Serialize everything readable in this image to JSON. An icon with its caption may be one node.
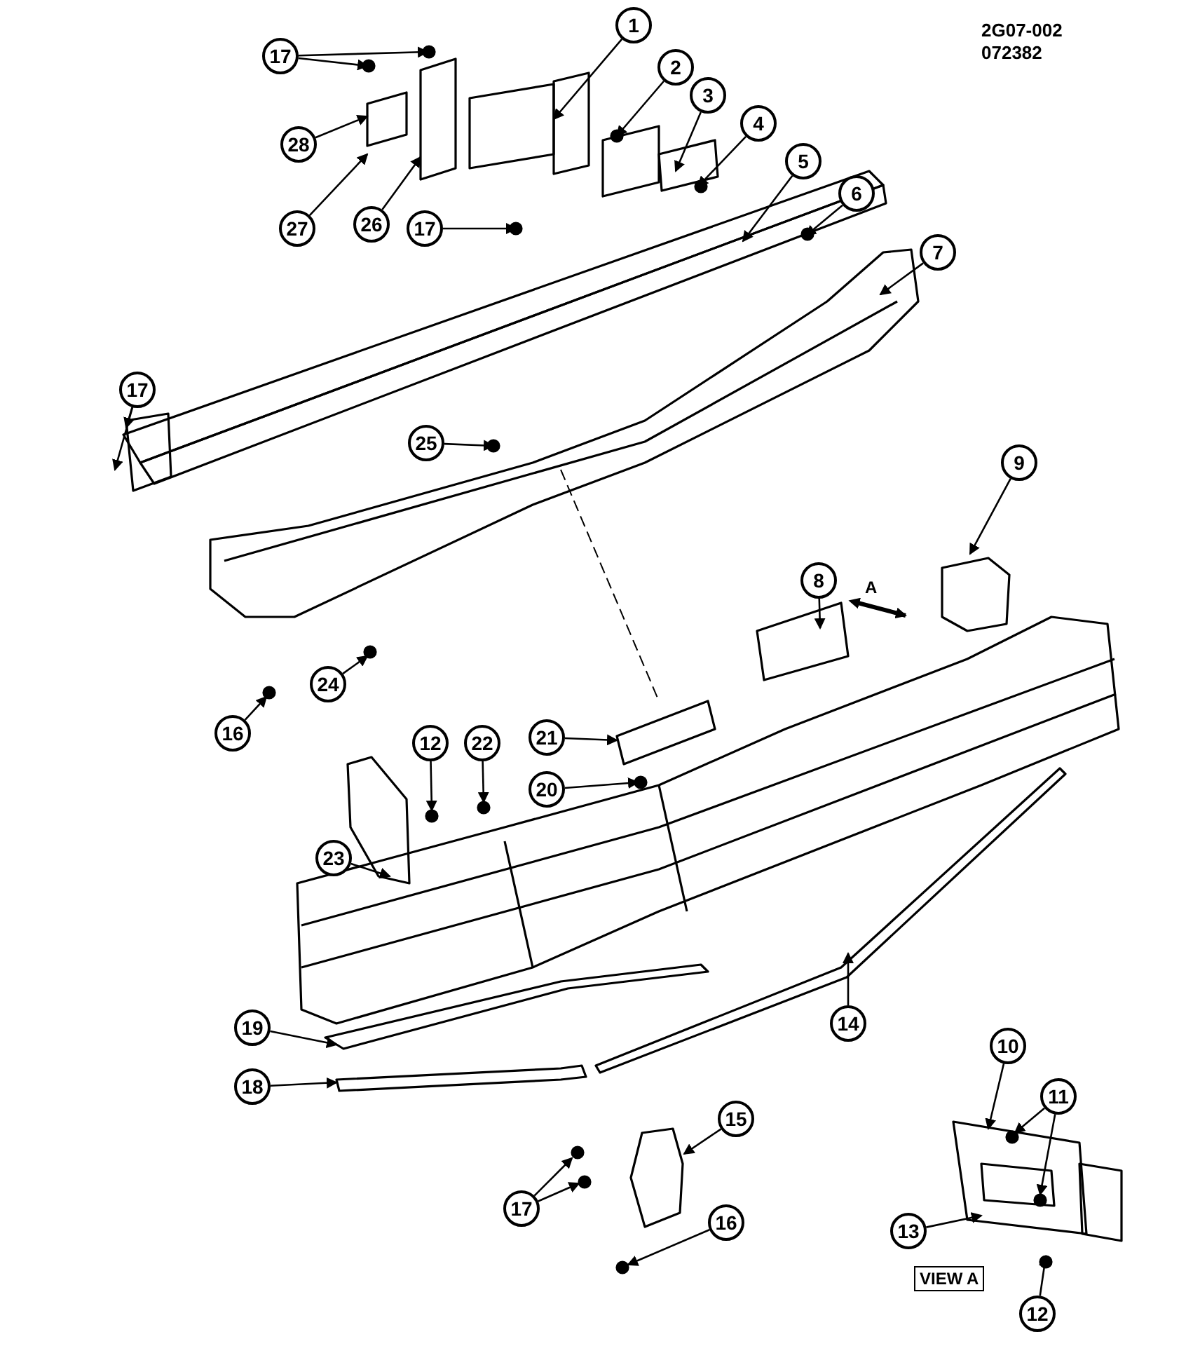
{
  "diagram": {
    "nodes": [
      {
        "text": [
          "17"
        ]
      },
      {
        "text": [
          "1"
        ]
      },
      {
        "text": [
          "2"
        ]
      },
      {
        "text": [
          "3"
        ]
      },
      {
        "text": [
          "4"
        ]
      },
      {
        "text": [
          "28"
        ]
      },
      {
        "text": [
          "5"
        ]
      },
      {
        "text": [
          "6"
        ]
      },
      {
        "text": [
          "27"
        ]
      },
      {
        "text": [
          "26"
        ]
      },
      {
        "text": [
          "17"
        ]
      },
      {
        "text": [
          "7"
        ]
      },
      {
        "text": [
          "17"
        ]
      },
      {
        "text": [
          "25"
        ]
      },
      {
        "text": [
          "9"
        ]
      },
      {
        "text": [
          "8"
        ]
      },
      {
        "text": [
          "24"
        ]
      },
      {
        "text": [
          "16"
        ]
      },
      {
        "text": [
          "12"
        ]
      },
      {
        "text": [
          "22"
        ]
      },
      {
        "text": [
          "21"
        ]
      },
      {
        "text": [
          "20"
        ]
      },
      {
        "text": [
          "23"
        ]
      },
      {
        "text": [
          "19"
        ]
      },
      {
        "text": [
          "14"
        ]
      },
      {
        "text": [
          "10"
        ]
      },
      {
        "text": [
          "11"
        ]
      },
      {
        "text": [
          "18"
        ]
      },
      {
        "text": [
          "15"
        ]
      },
      {
        "text": [
          "17"
        ]
      },
      {
        "text": [
          "13"
        ]
      },
      {
        "text": [
          "16"
        ]
      },
      {
        "text": [
          "12"
        ]
      }
    ],
    "edges": [
      {
        "from": 0,
        "to": null,
        "arrow": "to"
      },
      {
        "from": 0,
        "to": null,
        "arrow": "to"
      },
      {
        "from": 1,
        "to": null,
        "arrow": "to"
      },
      {
        "from": 2,
        "to": null,
        "arrow": "to"
      },
      {
        "from": 3,
        "to": null,
        "arrow": "to"
      },
      {
        "from": 4,
        "to": null,
        "arrow": "to"
      },
      {
        "from": 5,
        "to": null,
        "arrow": "to"
      },
      {
        "from": 6,
        "to": null,
        "arrow": "to"
      },
      {
        "from": 7,
        "to": null,
        "arrow": "to"
      },
      {
        "from": 8,
        "to": null,
        "arrow": "to"
      },
      {
        "from": 9,
        "to": null,
        "arrow": "to"
      },
      {
        "from": 10,
        "to": null,
        "arrow": "to"
      },
      {
        "from": 11,
        "to": null,
        "arrow": "to"
      },
      {
        "from": 12,
        "to": null,
        "arrow": "to"
      },
      {
        "from": 12,
        "to": null,
        "arrow": "to"
      },
      {
        "from": 13,
        "to": null,
        "arrow": "to"
      },
      {
        "from": 14,
        "to": null,
        "arrow": "to"
      },
      {
        "from": 15,
        "to": null,
        "arrow": "to"
      },
      {
        "from": 16,
        "to": null,
        "arrow": "to"
      },
      {
        "from": 17,
        "to": null,
        "arrow": "to"
      },
      {
        "from": 18,
        "to": null,
        "arrow": "to"
      },
      {
        "from": 19,
        "to": null,
        "arrow": "to"
      },
      {
        "from": 20,
        "to": null,
        "arrow": "to"
      },
      {
        "from": 21,
        "to": null,
        "arrow": "to"
      },
      {
        "from": 22,
        "to": null,
        "arrow": "to"
      },
      {
        "from": 23,
        "to": null,
        "arrow": "to"
      },
      {
        "from": 24,
        "to": null,
        "arrow": "to"
      },
      {
        "from": 25,
        "to": null,
        "arrow": "to"
      },
      {
        "from": 26,
        "to": null,
        "arrow": "to"
      },
      {
        "from": 26,
        "to": null,
        "arrow": "to"
      },
      {
        "from": 27,
        "to": null,
        "arrow": "to"
      },
      {
        "from": 28,
        "to": null,
        "arrow": "to"
      },
      {
        "from": 29,
        "to": null,
        "arrow": "to"
      },
      {
        "from": 29,
        "to": null,
        "arrow": "to"
      },
      {
        "from": 30,
        "to": null,
        "arrow": "to"
      },
      {
        "from": 31,
        "to": null,
        "arrow": "to"
      },
      {
        "from": 32,
        "to": null,
        "arrow": "to"
      }
    ],
    "labels": [
      "2G07-002",
      "072382",
      "A",
      "VIEW A"
    ]
  }
}
